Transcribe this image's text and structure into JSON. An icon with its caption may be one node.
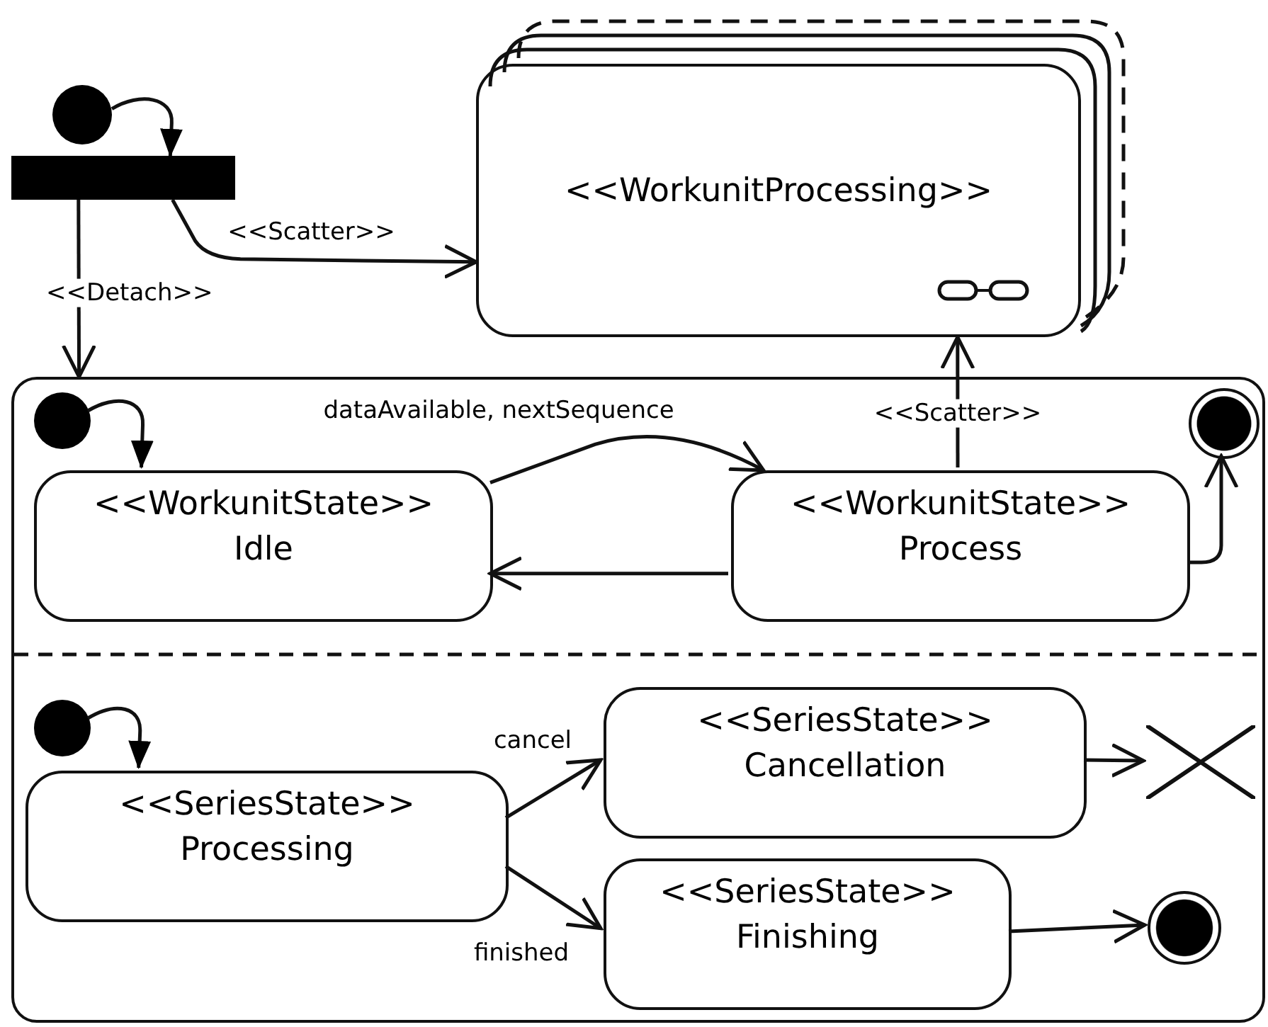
{
  "diagram": {
    "nodes": [
      {
        "text": [],
        "shape": "circle"
      },
      {
        "text": [],
        "shape": "bar"
      },
      {
        "text": [
          "<<WorkunitProcessing>>"
        ]
      },
      {
        "text": [],
        "shape": "box"
      },
      {
        "text": [],
        "shape": "circle",
        "in": 3
      },
      {
        "text": [
          "<<WorkunitState>>",
          "Idle"
        ],
        "in": 3
      },
      {
        "text": [
          "<<WorkunitState>>",
          "Process"
        ],
        "in": 3
      },
      {
        "text": [],
        "shape": "bullseye",
        "in": 3
      },
      {
        "text": [],
        "shape": "circle",
        "in": 3
      },
      {
        "text": [
          "<<SeriesState>>",
          "Processing"
        ],
        "in": 3
      },
      {
        "text": [
          "<<SeriesState>>",
          "Cancellation"
        ],
        "in": 3
      },
      {
        "text": [],
        "shape": "cross",
        "in": 3
      },
      {
        "text": [
          "<<SeriesState>>",
          "Finishing"
        ],
        "in": 3
      },
      {
        "text": [],
        "shape": "bullseye",
        "in": 3
      }
    ],
    "edges": [
      {
        "from": 0,
        "to": 1,
        "arrow": "to"
      },
      {
        "from": 1,
        "to": 2,
        "arrow": "to",
        "label": "<<Scatter>>"
      },
      {
        "from": 1,
        "to": 3,
        "arrow": "to",
        "label": "<<Detach>>"
      },
      {
        "from": 4,
        "to": 5,
        "arrow": "to"
      },
      {
        "from": 5,
        "to": 6,
        "arrow": "to",
        "label": "dataAvailable, nextSequence"
      },
      {
        "from": 6,
        "to": 5,
        "arrow": "to"
      },
      {
        "from": 6,
        "to": 2,
        "arrow": "to",
        "label": "<<Scatter>>"
      },
      {
        "from": 6,
        "to": 7,
        "arrow": "to"
      },
      {
        "from": 8,
        "to": 9,
        "arrow": "to"
      },
      {
        "from": 9,
        "to": 10,
        "arrow": "to",
        "label": "cancel"
      },
      {
        "from": 9,
        "to": 12,
        "arrow": "to",
        "label": "finished"
      },
      {
        "from": 10,
        "to": 11,
        "arrow": "to"
      },
      {
        "from": 12,
        "to": 13,
        "arrow": "to"
      }
    ]
  }
}
